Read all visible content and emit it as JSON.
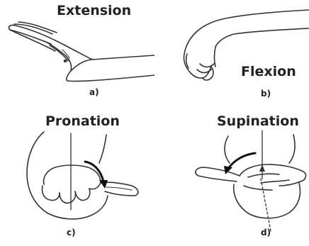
{
  "panels": [
    {
      "title": "Extension",
      "letter": "a)"
    },
    {
      "title": "Flexion",
      "letter": "b)"
    },
    {
      "title": "Pronation",
      "letter": "c)"
    },
    {
      "title": "Supination",
      "letter": "d)"
    }
  ],
  "colors": {
    "ink": "#222222",
    "skin_line": "#333333",
    "background": "#ffffff"
  },
  "icons": [
    "hand-extension-illustration",
    "hand-flexion-illustration",
    "hand-pronation-illustration",
    "hand-supination-illustration",
    "rotation-arrow-icon"
  ]
}
